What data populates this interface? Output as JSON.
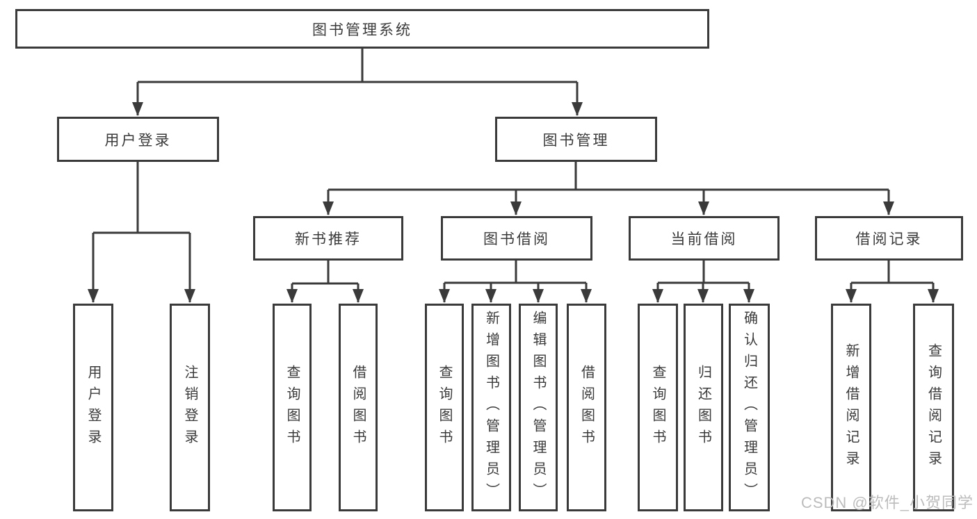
{
  "diagram": {
    "root": {
      "label": "图书管理系统"
    },
    "branches": [
      {
        "label": "用户登录",
        "children": [
          {
            "label": "用户登录"
          },
          {
            "label": "注销登录"
          }
        ]
      },
      {
        "label": "图书管理",
        "sections": [
          {
            "label": "新书推荐",
            "children": [
              {
                "label": "查询图书"
              },
              {
                "label": "借阅图书"
              }
            ]
          },
          {
            "label": "图书借阅",
            "children": [
              {
                "label": "查询图书"
              },
              {
                "label": "新增图书（管理员）"
              },
              {
                "label": "编辑图书（管理员）"
              },
              {
                "label": "借阅图书"
              }
            ]
          },
          {
            "label": "当前借阅",
            "children": [
              {
                "label": "查询图书"
              },
              {
                "label": "归还图书"
              },
              {
                "label": "确认归还（管理员）"
              }
            ]
          },
          {
            "label": "借阅记录",
            "children": [
              {
                "label": "新增借阅记录"
              },
              {
                "label": "查询借阅记录"
              }
            ]
          }
        ]
      }
    ]
  },
  "watermark": {
    "text": "CSDN @软件_小贺同学"
  },
  "colors": {
    "line": "#3a3a3a",
    "text": "#3a3a3a",
    "watermark": "#bcbcbc",
    "background": "#ffffff"
  }
}
